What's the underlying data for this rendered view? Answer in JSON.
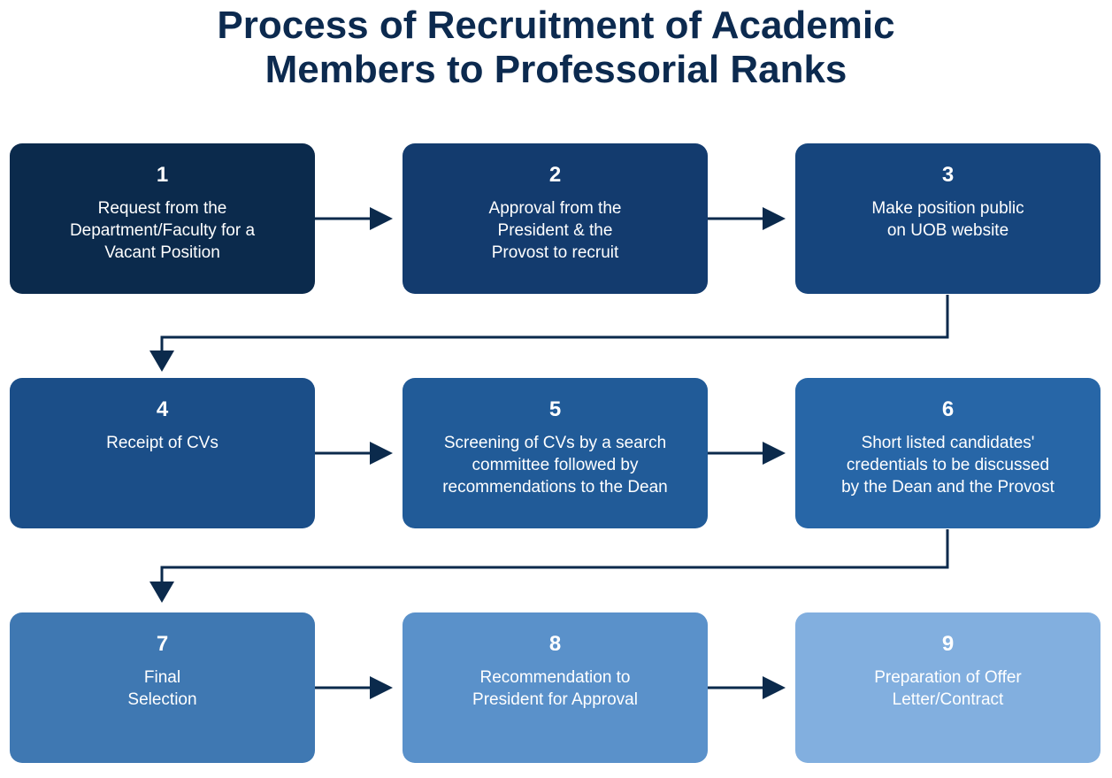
{
  "title": {
    "line1": "Process of Recruitment of Academic",
    "line2": "Members to Professorial Ranks"
  },
  "steps": [
    {
      "num": "1",
      "text": "Request from the\nDepartment/Faculty for a\nVacant Position",
      "color": "#0b2a4c"
    },
    {
      "num": "2",
      "text": "Approval from the\nPresident & the\nProvost to recruit",
      "color": "#133b6e"
    },
    {
      "num": "3",
      "text": "Make position public\non UOB website",
      "color": "#16457d"
    },
    {
      "num": "4",
      "text": "Receipt of CVs",
      "color": "#1b4e88"
    },
    {
      "num": "5",
      "text": "Screening of CVs by a search\ncommittee followed by\nrecommendations to the Dean",
      "color": "#215b98"
    },
    {
      "num": "6",
      "text": "Short listed candidates'\ncredentials to be discussed\nby the Dean and the Provost",
      "color": "#2766a7"
    },
    {
      "num": "7",
      "text": "Final\nSelection",
      "color": "#3f78b2"
    },
    {
      "num": "8",
      "text": "Recommendation to\nPresident for Approval",
      "color": "#5a91ca"
    },
    {
      "num": "9",
      "text": "Preparation of Offer\nLetter/Contract",
      "color": "#82afdf"
    }
  ],
  "connector_color": "#0b2a4c"
}
